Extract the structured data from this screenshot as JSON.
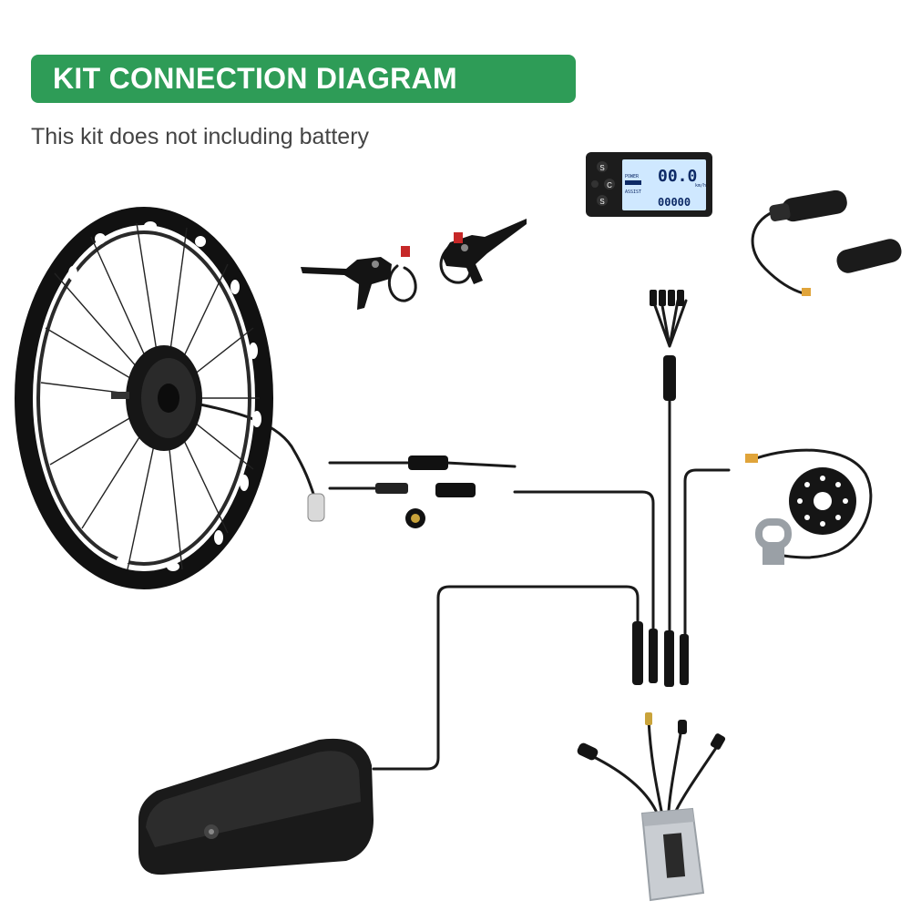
{
  "header": {
    "title": "KIT CONNECTION DIAGRAM",
    "subtitle": "This kit does not including battery"
  },
  "display": {
    "speed": "00.0",
    "power_label": "POWER",
    "assist_label": "ASSIST",
    "odometer": "00000",
    "speed_unit": "km/h",
    "button_up": "S",
    "button_mode": "C",
    "button_down": "S"
  },
  "colors": {
    "banner": "#2e9c57",
    "cable": "#1a1a1a",
    "lcd": "#cfe8ff",
    "controller": "#c9cdd2"
  },
  "components": [
    "wheel-hub-motor-icon",
    "lcd-display-icon",
    "throttle-grips-icon",
    "brake-levers-icon",
    "pas-sensor-icon",
    "battery-icon",
    "controller-icon"
  ]
}
